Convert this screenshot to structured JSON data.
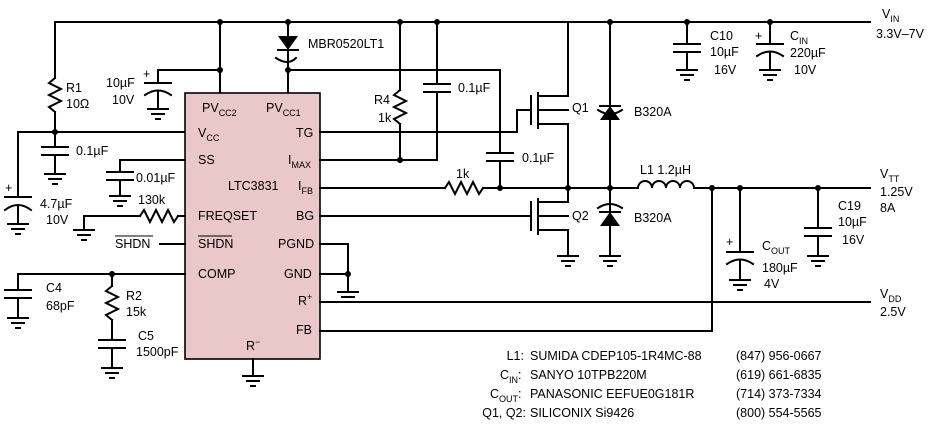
{
  "ic": {
    "name": "LTC3831",
    "pins_left": [
      "PV",
      "V",
      "SS",
      "FREQSET",
      "SHDN",
      "COMP"
    ],
    "pvcc2": {
      "main": "PV",
      "sub": "CC2"
    },
    "vcc": {
      "main": "V",
      "sub": "CC"
    },
    "pvcc1": {
      "main": "PV",
      "sub": "CC1"
    },
    "tg": "TG",
    "imax": {
      "main": "I",
      "sub": "MAX"
    },
    "ifb": {
      "main": "I",
      "sub": "FB"
    },
    "bg": "BG",
    "pgnd": "PGND",
    "gnd": "GND",
    "rplus": {
      "main": "R",
      "sup": "+"
    },
    "fb": "FB",
    "rminus": {
      "main": "R",
      "sup": "−"
    },
    "ss": "SS",
    "freqset": "FREQSET",
    "shdn_pin": "SHDN",
    "comp": "COMP"
  },
  "labels": {
    "shdn_input": "SHDN",
    "mbr": "MBR0520LT1",
    "r1": "R1",
    "r1_val": "10Ω",
    "c10u": "10µF",
    "c10v": "10V",
    "c01_left": "0.1µF",
    "c001": "0.01µF",
    "c47": "4.7µF",
    "c47v": "10V",
    "r130k": "130k",
    "c4": "C4",
    "c4_val": "68pF",
    "r2": "R2",
    "r2_val": "15k",
    "c5": "C5",
    "c5_val": "1500pF",
    "r4": "R4",
    "r4_val": "1k",
    "c01_top": "0.1µF",
    "c01_mid": "0.1µF",
    "r1k": "1k",
    "q1": "Q1",
    "q2": "Q2",
    "b320a_top": "B320A",
    "b320a_bot": "B320A",
    "l1": "L1 1.2µH",
    "c10_name": "C10",
    "c10_val": "10µF",
    "c10_v": "16V",
    "cin_main": "C",
    "cin_sub": "IN",
    "cin_val": "220µF",
    "cin_v": "10V",
    "cout_main": "C",
    "cout_sub": "OUT",
    "cout_val": "180µF",
    "cout_v": "4V",
    "c19": "C19",
    "c19_val": "10µF",
    "c19_v": "16V",
    "vin_main": "V",
    "vin_sub": "IN",
    "vin_range": "3.3V–7V",
    "vtt_main": "V",
    "vtt_sub": "TT",
    "vtt_v": "1.25V",
    "vtt_a": "8A",
    "vdd_main": "V",
    "vdd_sub": "DD",
    "vdd_v": "2.5V"
  },
  "bom": [
    {
      "ref_main": "L1:",
      "ref_sub": "",
      "part": "SUMIDA CDEP105-1R4MC-88",
      "phone": "(847) 956-0667"
    },
    {
      "ref_main": "C",
      "ref_sub": "IN",
      "part": "SANYO 10TPB220M",
      "phone": "(619) 661-6835"
    },
    {
      "ref_main": "C",
      "ref_sub": "OUT",
      "part": "PANASONIC EEFUE0G181R",
      "phone": "(714) 373-7334"
    },
    {
      "ref_main": "Q1, Q2:",
      "ref_sub": "",
      "part": "SILICONIX Si9426",
      "phone": "(800) 554-5565"
    }
  ]
}
